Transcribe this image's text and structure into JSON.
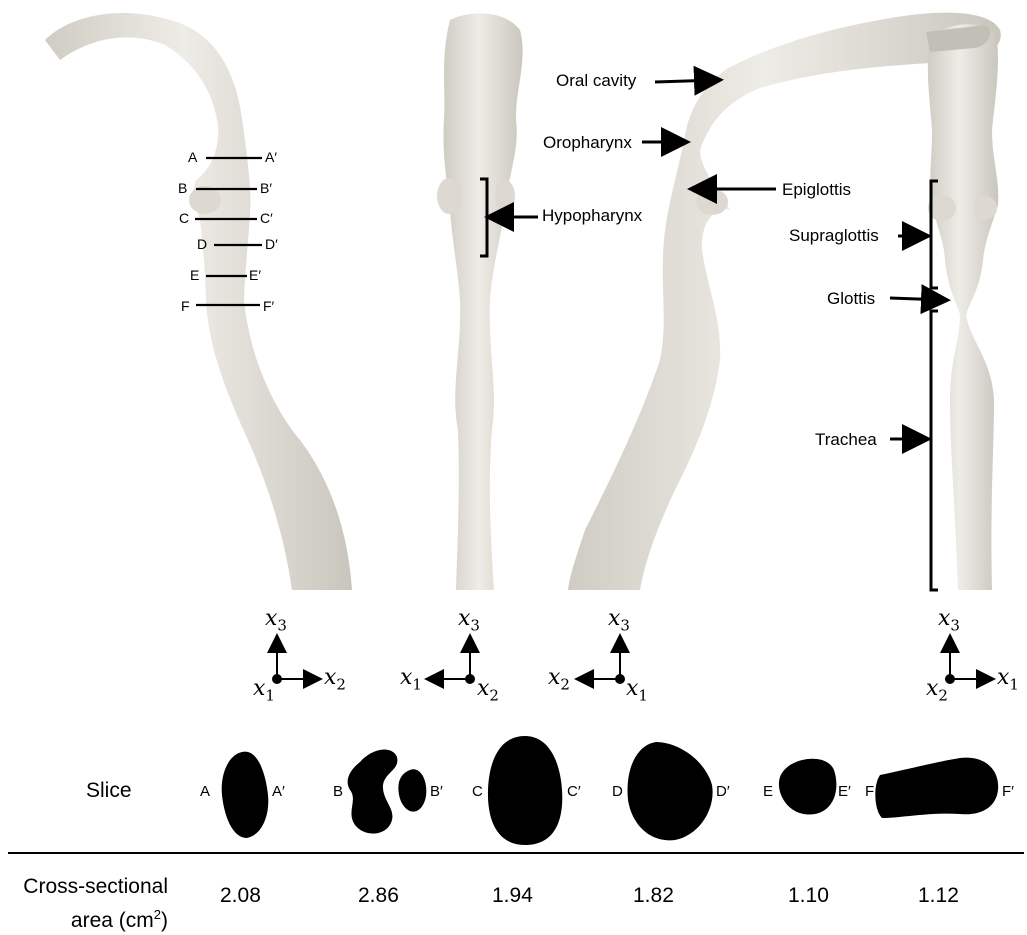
{
  "slice_markers": [
    {
      "left": "A",
      "right": "A′"
    },
    {
      "left": "B",
      "right": "B′"
    },
    {
      "left": "C",
      "right": "C′"
    },
    {
      "left": "D",
      "right": "D′"
    },
    {
      "left": "E",
      "right": "E′"
    },
    {
      "left": "F",
      "right": "F′"
    }
  ],
  "annotations": {
    "hypopharynx": "Hypopharynx",
    "oral_cavity": "Oral cavity",
    "oropharynx": "Oropharynx",
    "epiglottis": "Epiglottis",
    "supraglottis": "Supraglottis",
    "glottis": "Glottis",
    "trachea": "Trachea"
  },
  "axes": [
    {
      "up": "3",
      "right": "2",
      "origin": "1",
      "left": ""
    },
    {
      "up": "3",
      "right": "",
      "origin": "2",
      "left": "1"
    },
    {
      "up": "3",
      "right": "",
      "origin": "1",
      "left": "2"
    },
    {
      "up": "3",
      "right": "1",
      "origin": "2",
      "left": ""
    }
  ],
  "axis_symbol": "x",
  "table": {
    "slice_label": "Slice",
    "area_label_line1": "Cross-sectional",
    "area_label_line2": "area (cm",
    "area_label_sup": "2",
    "area_label_close": ")",
    "columns": [
      {
        "left": "A",
        "right": "A′",
        "area": "2.08"
      },
      {
        "left": "B",
        "right": "B′",
        "area": "2.86"
      },
      {
        "left": "C",
        "right": "C′",
        "area": "1.94"
      },
      {
        "left": "D",
        "right": "D′",
        "area": "1.82"
      },
      {
        "left": "E",
        "right": "E′",
        "area": "1.10"
      },
      {
        "left": "F",
        "right": "F′",
        "area": "1.12"
      }
    ]
  },
  "colors": {
    "airway_fill": "#e9e7e0",
    "airway_shade": "#cfccc3",
    "ink": "#000000"
  }
}
